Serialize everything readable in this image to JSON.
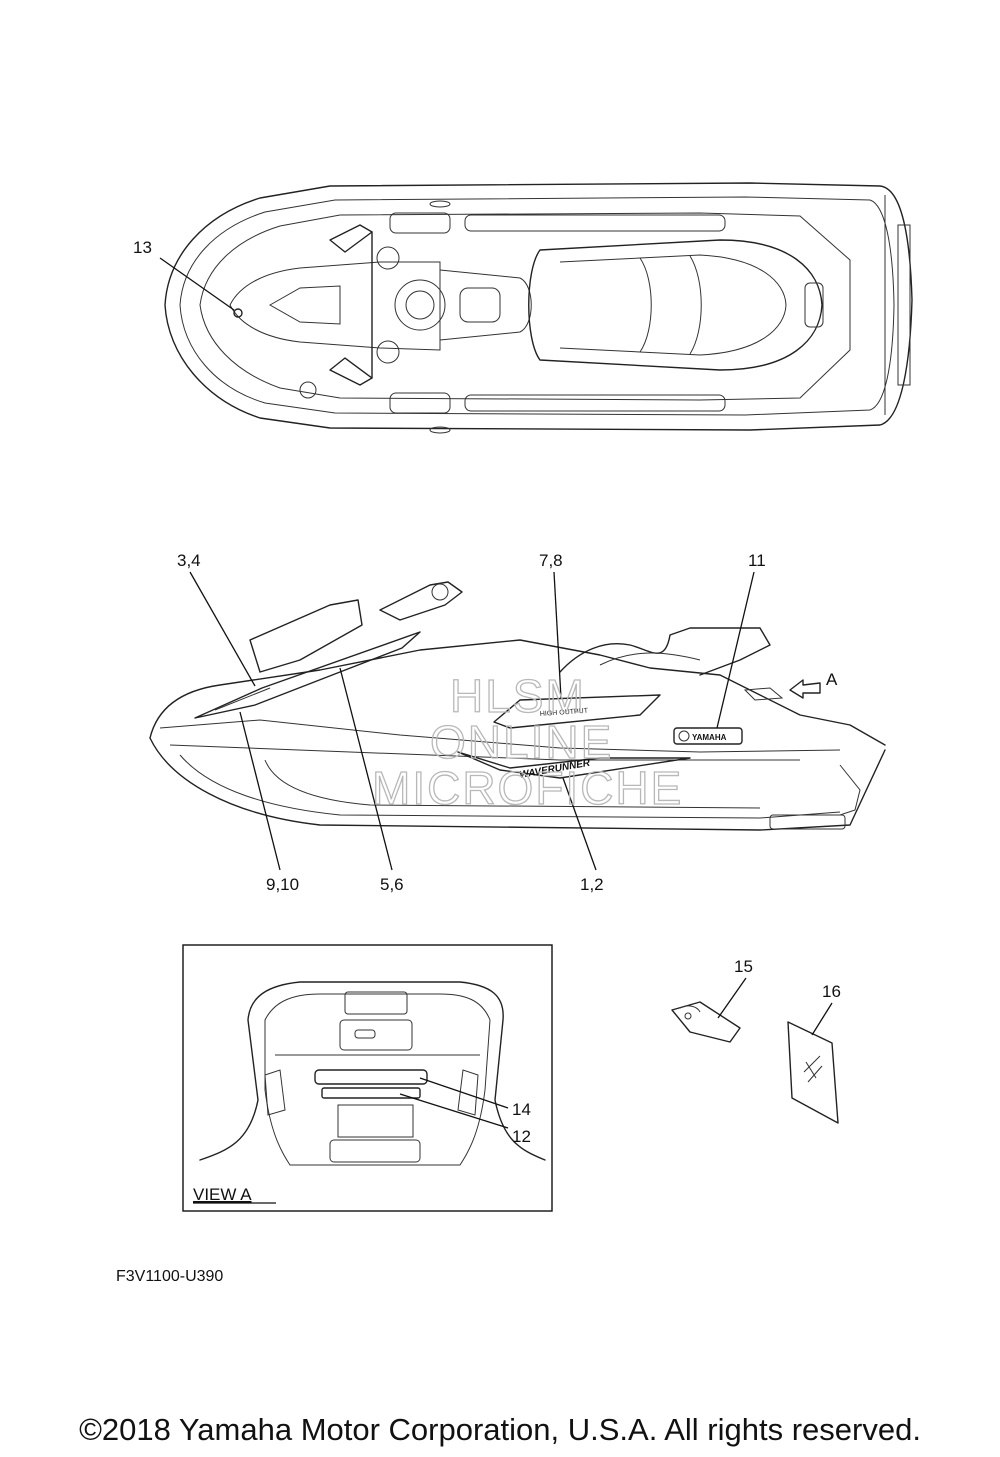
{
  "diagram": {
    "top_view": {
      "callouts": [
        "13"
      ]
    },
    "side_view": {
      "callouts": [
        "3,4",
        "7,8",
        "11",
        "9,10",
        "5,6",
        "1,2"
      ],
      "view_arrow_label": "A",
      "decal_text": {
        "model_badge": "HIGH OUTPUT",
        "brand": "YAMAHA",
        "script": "WAVERUNNER"
      }
    },
    "view_a": {
      "title": "VIEW A",
      "callouts": [
        "14",
        "12"
      ]
    },
    "loose_parts": {
      "callouts": [
        "15",
        "16"
      ]
    },
    "watermark": [
      "HLSM",
      "ONLINE",
      "MICROFICHE"
    ]
  },
  "footer": {
    "diagram_code": "F3V1100-U390",
    "copyright": "©2018 Yamaha Motor Corporation, U.S.A. All rights reserved."
  }
}
